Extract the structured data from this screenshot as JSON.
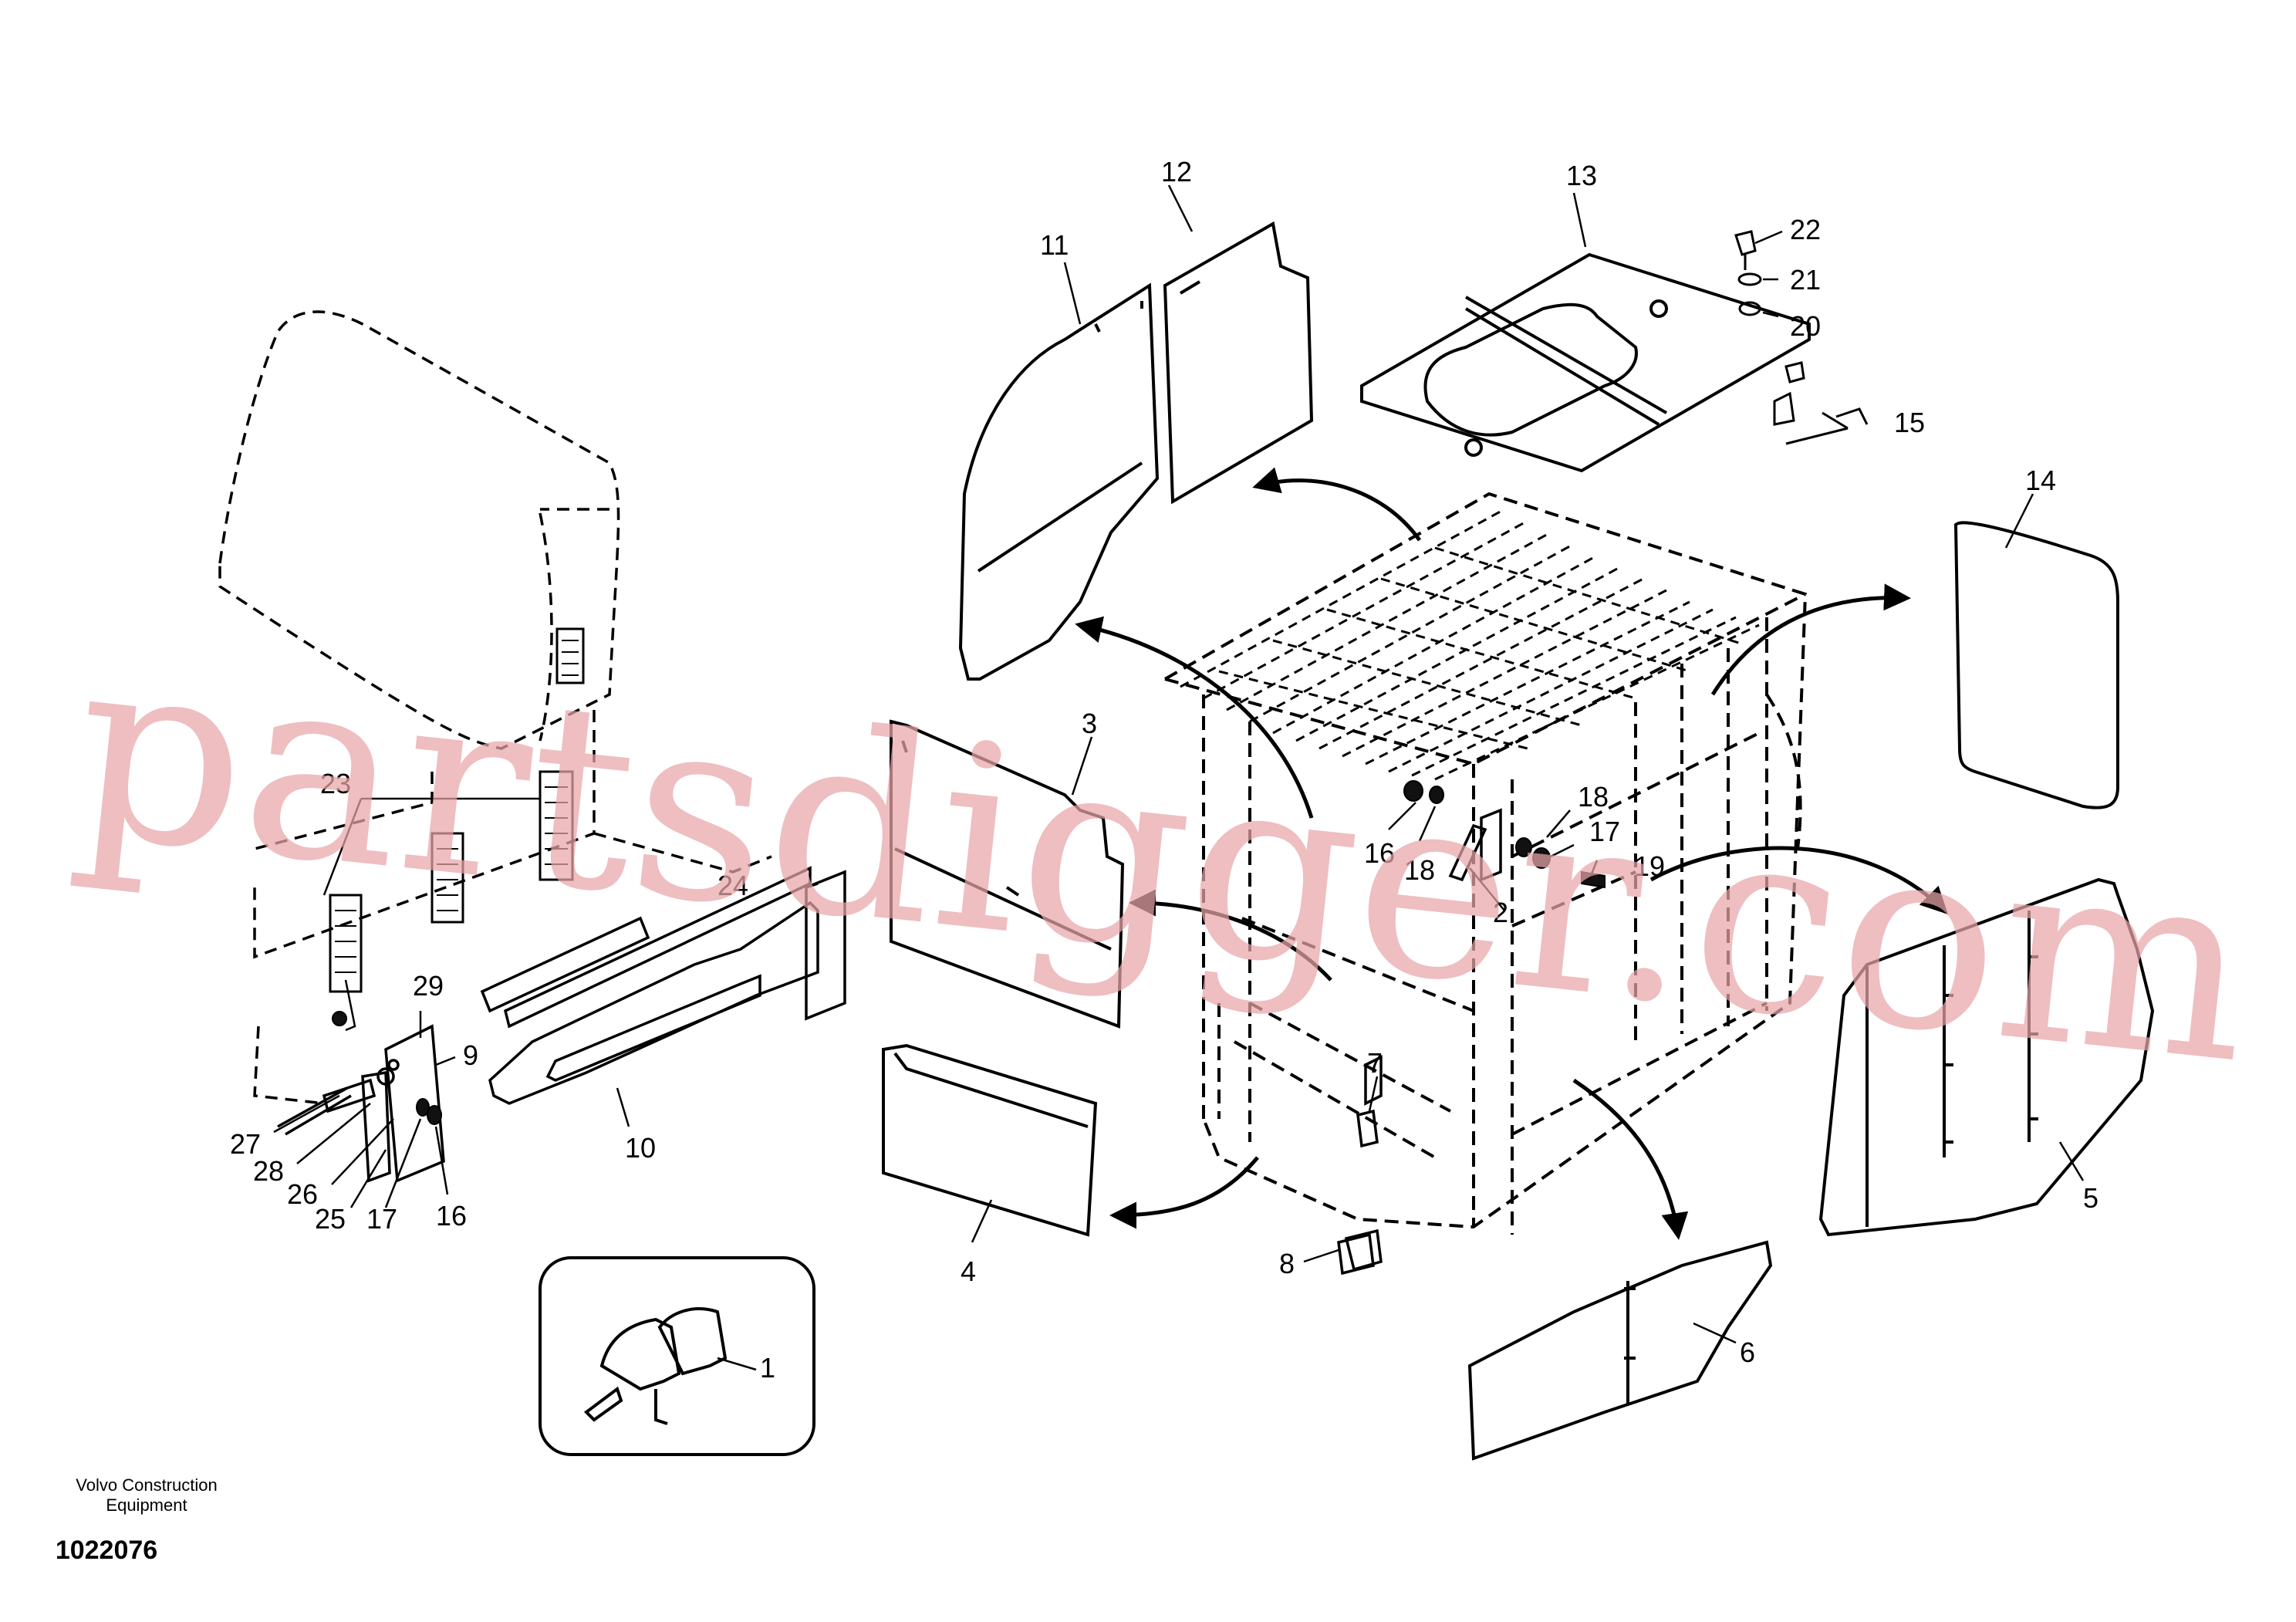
{
  "diagram": {
    "callouts": {
      "c1": "1",
      "c2": "2",
      "c3": "3",
      "c4": "4",
      "c5": "5",
      "c6": "6",
      "c7": "7",
      "c8": "8",
      "c9": "9",
      "c10": "10",
      "c11": "11",
      "c12": "12",
      "c13": "13",
      "c14": "14",
      "c15": "15",
      "c16a": "16",
      "c16b": "16",
      "c17a": "17",
      "c17b": "17",
      "c18a": "18",
      "c18b": "18",
      "c19": "19",
      "c20": "20",
      "c21": "21",
      "c22": "22",
      "c23": "23",
      "c24": "24",
      "c25": "25",
      "c26": "26",
      "c27": "27",
      "c28": "28",
      "c29": "29"
    },
    "watermark": "partsdigger.com",
    "footer": {
      "company_line1": "Volvo Construction",
      "company_line2": "Equipment",
      "drawing_number": "1022076"
    }
  }
}
